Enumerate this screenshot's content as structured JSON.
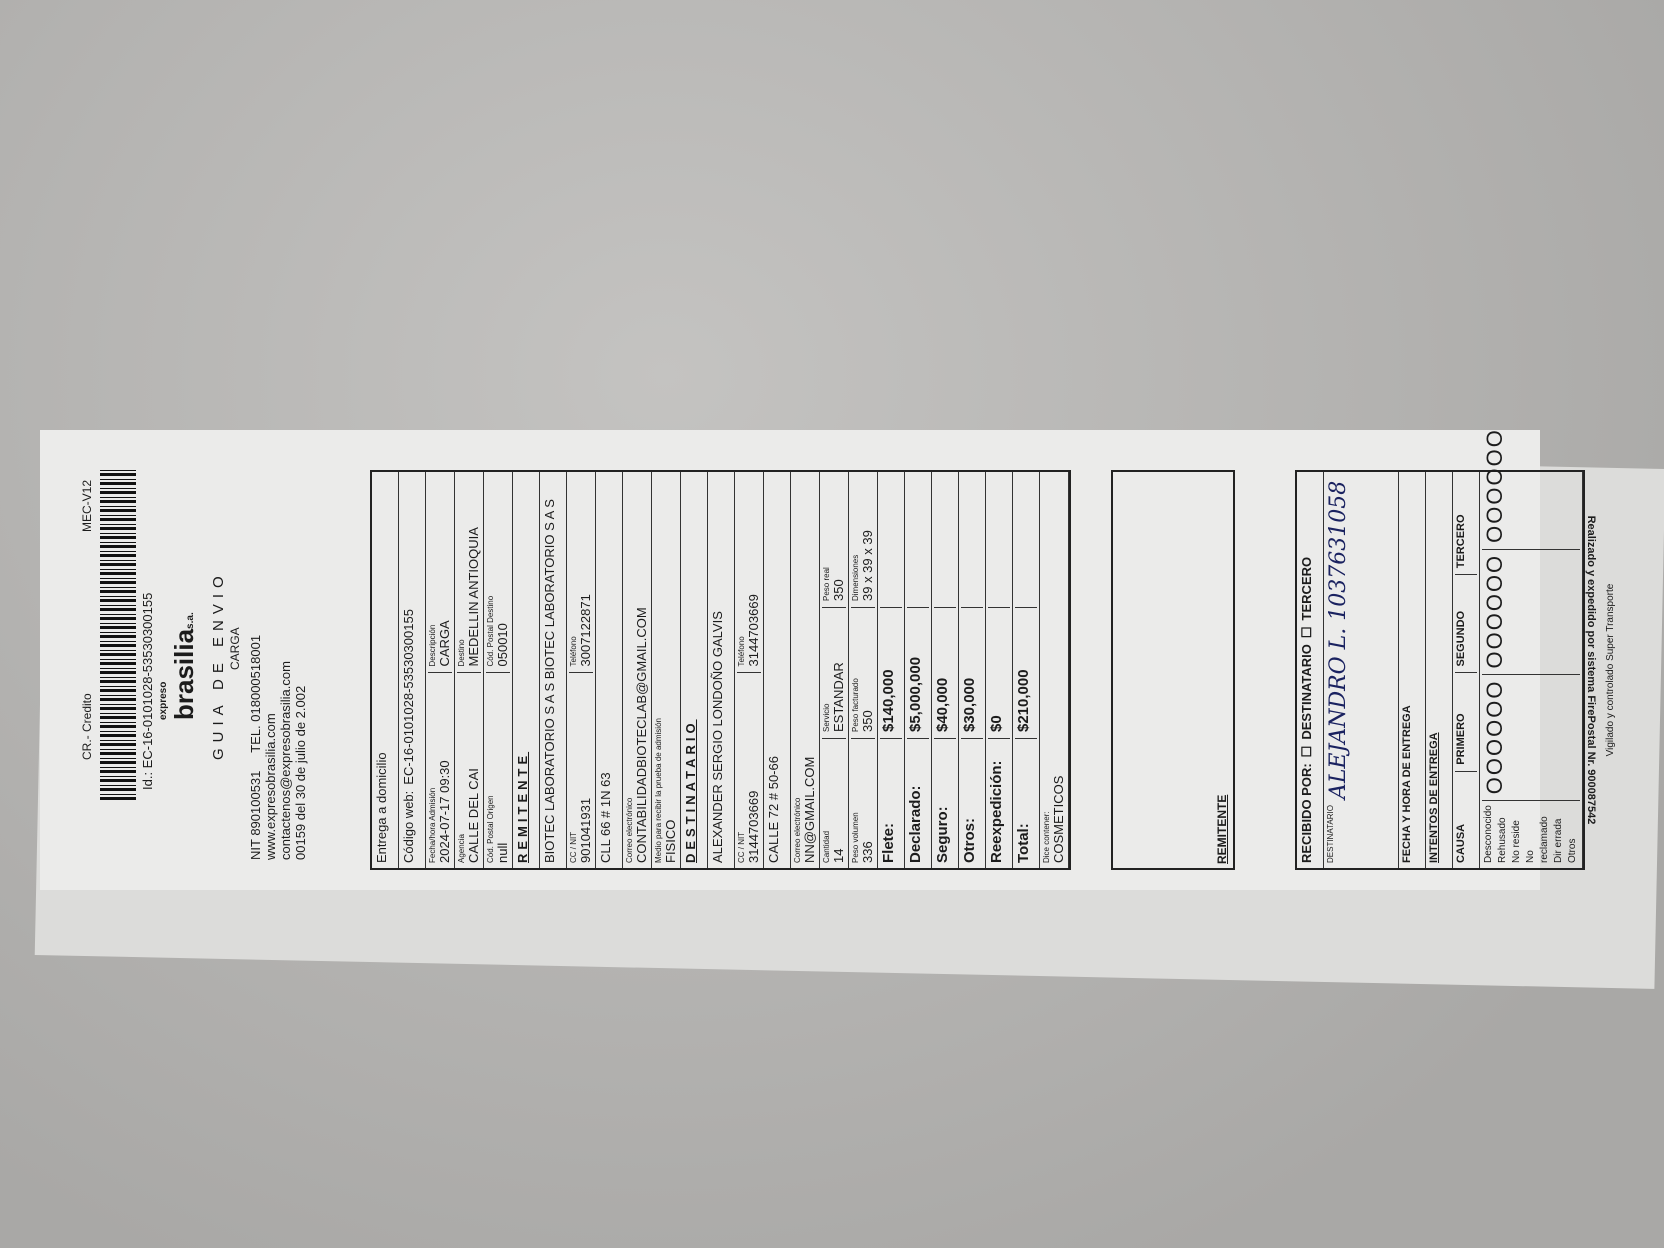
{
  "header": {
    "type": "CR.- Credito",
    "id": "Id.: EC-16-0101028-53530300155",
    "version": "MEC-V12",
    "brand_small": "expreso",
    "brand": "brasilia",
    "brand_suffix": "s.a.",
    "title": "GUIA DE ENVIO",
    "subtitle": "CARGA",
    "nit": "NIT 890100531",
    "tel": "TEL. 018000518001",
    "web": "www.expresobrasilia.com",
    "email": "contactenos@expresobrasilia.com",
    "resolution": "00159 del 30 de julio de 2.002"
  },
  "shipment": {
    "delivery": "Entrega a domicilio",
    "web_code_label": "Código web:",
    "web_code": "EC-16-0101028-53530300155",
    "admission_label": "Fecha/hora Admisión",
    "admission": "2024-07-17 09:30",
    "description_label": "Descripción",
    "description": "CARGA",
    "origin_label": "Agencia",
    "origin": "CALLE DEL CAI",
    "destination_label": "Destino",
    "destination": "MEDELLIN ANTIOQUIA",
    "origin_postal_label": "Cód. Postal Origen",
    "origin_postal": "null",
    "dest_postal_label": "Cód. Postal Destino",
    "dest_postal": "050010"
  },
  "sender": {
    "section": "REMITENTE",
    "name": "BIOTEC LABORATORIO S A S BIOTEC LABORATORIO S A S",
    "id_label": "CC / NIT",
    "id": "901041931",
    "phone_label": "Teléfono",
    "phone": "3007122871",
    "address": "CLL 66 # 1N 63",
    "email_label": "Correo electrónico",
    "email": "CONTABILIDADBIOTECLAB@GMAIL.COM",
    "proof_label": "Medio para recibir la prueba de admisión",
    "proof": "FISICO"
  },
  "recipient": {
    "section": "DESTINATARIO",
    "name": "ALEXANDER SERGIO LONDOÑO GALVIS",
    "id_label": "CC / NIT",
    "id": "3144703669",
    "phone_label": "Teléfono",
    "phone": "3144703669",
    "address": "CALLE 72 # 50-66",
    "email_label": "Correo electrónico",
    "email": "NN@GMAIL.COM"
  },
  "package": {
    "qty_label": "Cantidad",
    "qty": "14",
    "service_label": "Servicio",
    "service": "ESTANDAR",
    "real_weight_label": "Peso real",
    "real_weight": "350",
    "vol_weight_label": "Peso volumen",
    "vol_weight": "336",
    "billed_weight_label": "Peso facturado",
    "billed_weight": "350",
    "dims_label": "Dimensiones",
    "dims": "39 x 39 x 39"
  },
  "charges": [
    {
      "label": "Flete:",
      "value": "$140,000"
    },
    {
      "label": "Declarado:",
      "value": "$5,000,000"
    },
    {
      "label": "Seguro:",
      "value": "$40,000"
    },
    {
      "label": "Otros:",
      "value": "$30,000"
    },
    {
      "label": "Reexpedición:",
      "value": "$0"
    },
    {
      "label": "Total:",
      "value": "$210,000"
    }
  ],
  "contents": {
    "label": "Dice contener:",
    "value": "COSMETICOS"
  },
  "sender_sign": "REMITENTE",
  "receipt": {
    "received_by": "RECIBIDO POR:",
    "opt1": "DESTINATARIO",
    "opt2": "TERCERO",
    "recipient_tag": "DESTINATARIO",
    "handwritten": "ALEJANDRO L. 1037631058",
    "date_label": "FECHA Y HORA DE ENTREGA",
    "attempts": "INTENTOS DE ENTREGA",
    "first": "PRIMERO",
    "second": "SEGUNDO",
    "third": "TERCERO",
    "circles": "OOOOOO",
    "cause": "CAUSA",
    "causes": [
      "Desconocido",
      "Rehusado",
      "No reside",
      "No reclamado",
      "Dir errada",
      "Otros"
    ]
  },
  "footer": {
    "system": "Realizado y expedido por sistema FirePostal Nr. 900087542",
    "supervision": "Vigilado y controlado Super Transporte"
  }
}
